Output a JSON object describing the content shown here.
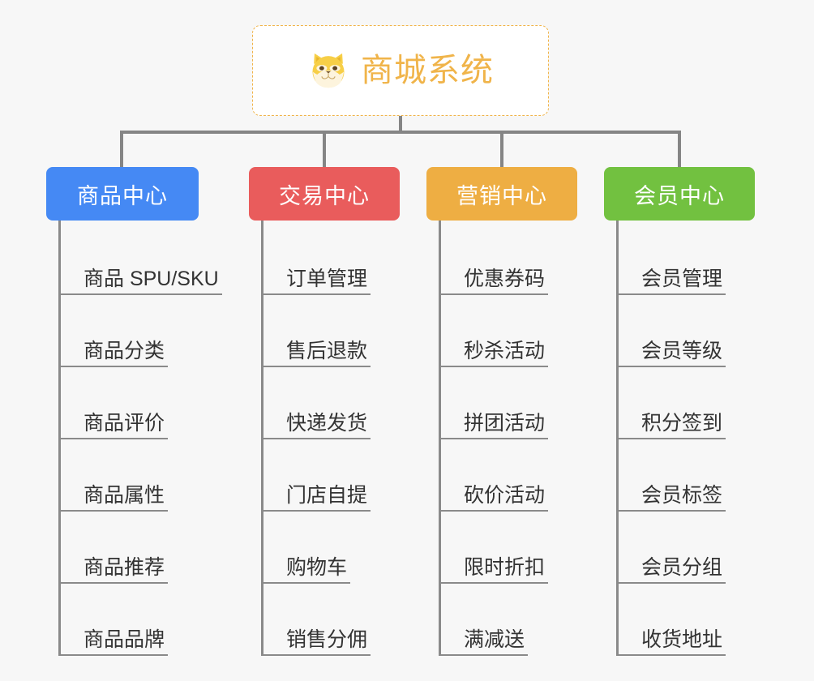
{
  "page": {
    "background_color": "#f7f7f7",
    "type": "mind-map"
  },
  "root": {
    "title": "商城系统",
    "icon": "shiba-dog-face-icon",
    "accent_color": "#f0b44a",
    "border_style": "dashed",
    "background_color": "#ffffff"
  },
  "branches": [
    {
      "label": "商品中心",
      "color": "#4589f4",
      "items": [
        "商品 SPU/SKU",
        "商品分类",
        "商品评价",
        "商品属性",
        "商品推荐",
        "商品品牌"
      ]
    },
    {
      "label": "交易中心",
      "color": "#e95c5c",
      "items": [
        "订单管理",
        "售后退款",
        "快递发货",
        "门店自提",
        "购物车",
        "销售分佣"
      ]
    },
    {
      "label": "营销中心",
      "color": "#eeae43",
      "items": [
        "优惠券码",
        "秒杀活动",
        "拼团活动",
        "砍价活动",
        "限时折扣",
        "满减送"
      ]
    },
    {
      "label": "会员中心",
      "color": "#72c140",
      "items": [
        "会员管理",
        "会员等级",
        "积分签到",
        "会员标签",
        "会员分组",
        "收货地址"
      ]
    }
  ],
  "connector": {
    "color": "#858585"
  }
}
